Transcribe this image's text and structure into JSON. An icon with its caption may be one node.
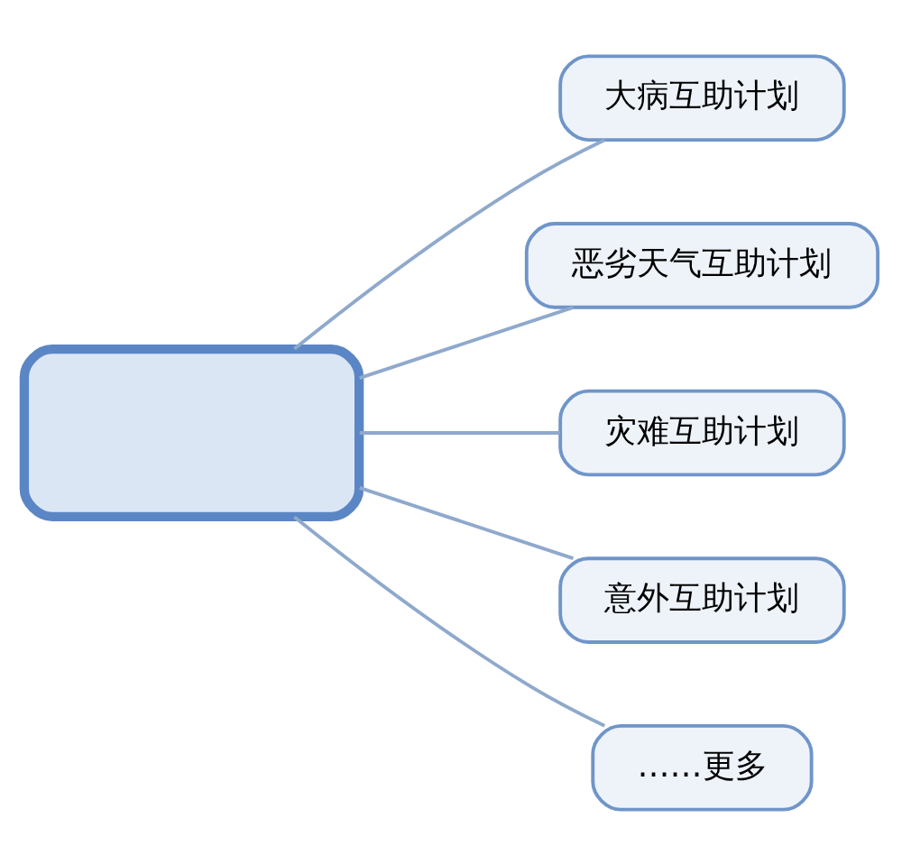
{
  "diagram": {
    "nodes": [
      {
        "text": [],
        "shape": "box"
      },
      {
        "text": [
          "大病互助计划"
        ]
      },
      {
        "text": [
          "恶劣天气互助计划"
        ]
      },
      {
        "text": [
          "灾难互助计划"
        ]
      },
      {
        "text": [
          "意外互助计划"
        ]
      },
      {
        "text": [
          "……更多"
        ]
      }
    ],
    "edges": [
      {
        "from": 0,
        "to": 1,
        "arrow": "none"
      },
      {
        "from": 0,
        "to": 2,
        "arrow": "none"
      },
      {
        "from": 0,
        "to": 3,
        "arrow": "none"
      },
      {
        "from": 0,
        "to": 4,
        "arrow": "none"
      },
      {
        "from": 0,
        "to": 5,
        "arrow": "none"
      }
    ]
  }
}
